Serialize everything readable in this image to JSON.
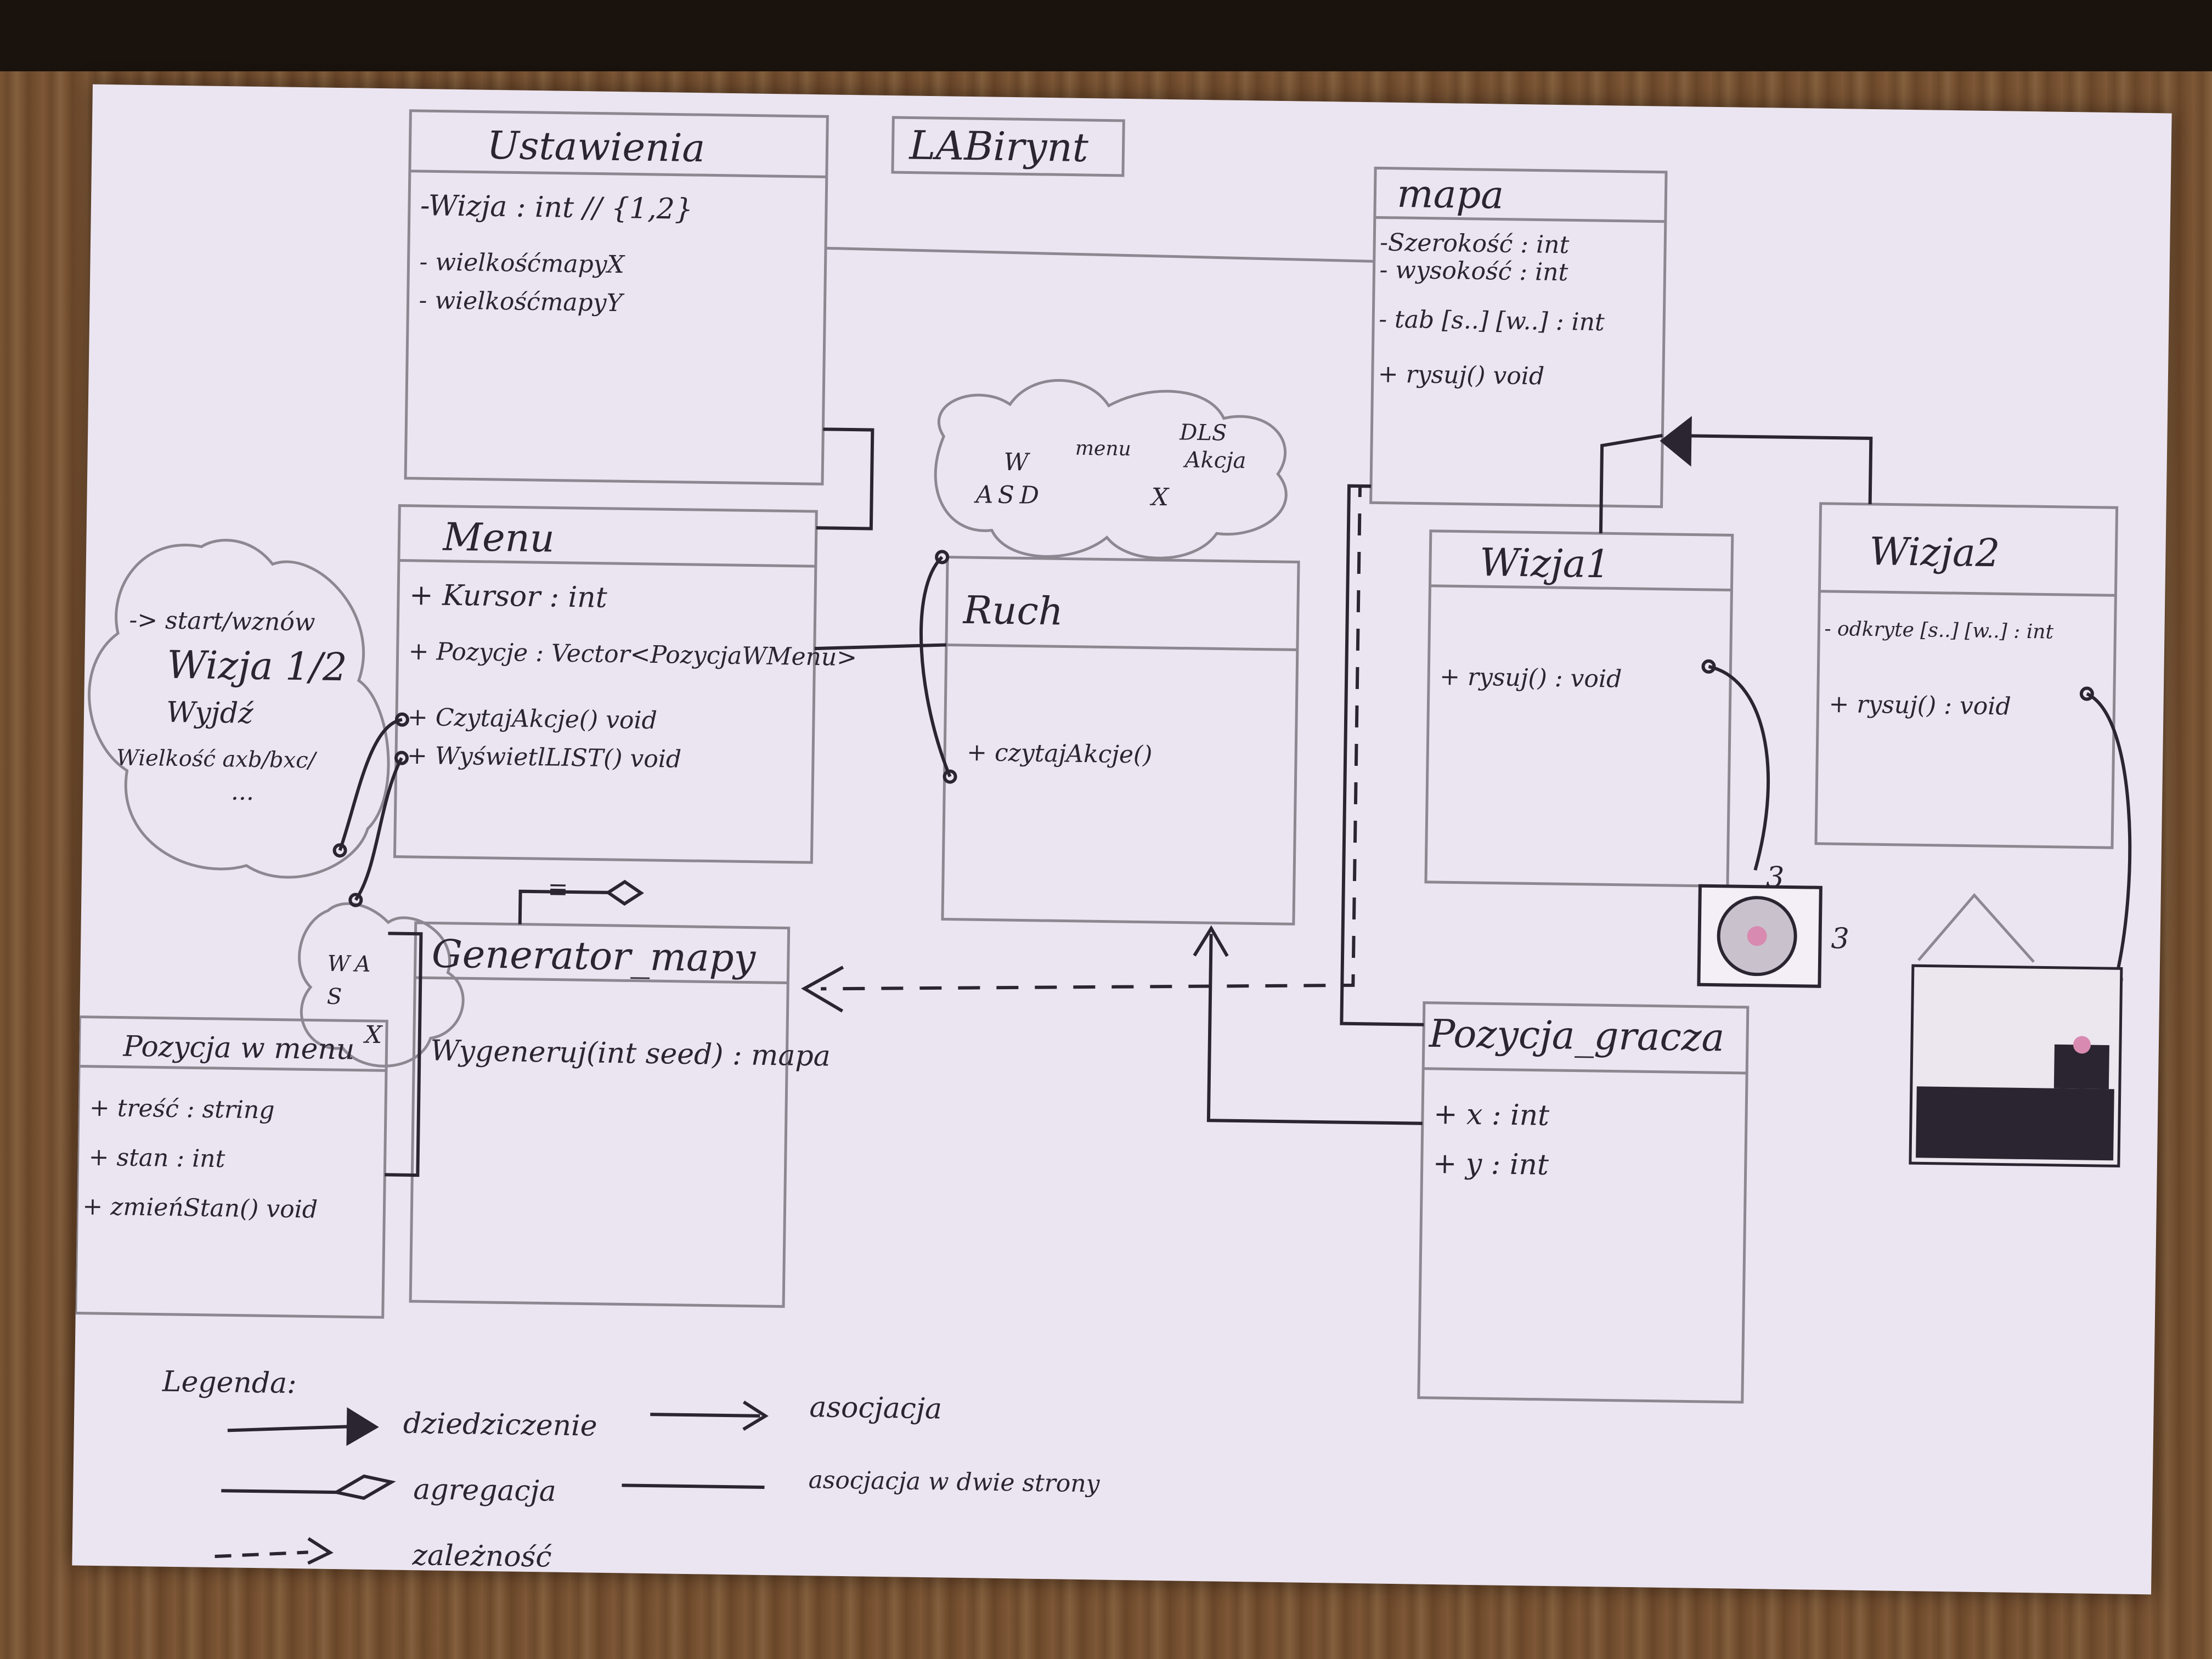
{
  "title": "LABirynt",
  "classes": {
    "ustawienia": {
      "name": "Ustawienia",
      "attributes": [
        "-Wizja : int // {1,2}",
        "- wielkośćmapyX",
        "- wielkośćmapyY"
      ]
    },
    "menu": {
      "name": "Menu",
      "attributes": [
        "+ Kursor : int",
        "+ Pozycje : Vector<PozycjaWMenu>"
      ],
      "methods": [
        "+ CzytajAkcje() void",
        "+ WyświetlLIST() void"
      ]
    },
    "mapa": {
      "name": "mapa",
      "attributes": [
        "-Szerokość : int",
        "- wysokość : int",
        "- tab [s..] [w..] : int"
      ],
      "methods": [
        "+ rysuj() void"
      ]
    },
    "ruch": {
      "name": "Ruch",
      "methods": [
        "+ czytajAkcje()"
      ]
    },
    "wizja1": {
      "name": "Wizja1",
      "methods": [
        "+ rysuj() : void"
      ]
    },
    "wizja2": {
      "name": "Wizja2",
      "attributes": [
        "- odkryte [s..] [w..] : int"
      ],
      "methods": [
        "+ rysuj() : void"
      ]
    },
    "generator": {
      "name": "Generator_mapy",
      "methods": [
        "Wygeneruj(int seed) : mapa"
      ]
    },
    "pozycja_w_menu": {
      "name": "Pozycja w menu",
      "attributes": [
        "+ treść : string",
        "+ stan : int"
      ],
      "methods": [
        "+ zmieńStan() void"
      ]
    },
    "pozycja_gracza": {
      "name": "Pozycja_gracza",
      "attributes": [
        "+ x : int",
        "+ y : int"
      ]
    }
  },
  "notes": {
    "menu_cloud": [
      "-> start/wznów",
      "Wizja 1/2",
      "Wyjdź",
      "Wielkość axb/bxc/",
      "..."
    ],
    "keys_cloud": [
      "W",
      "A",
      "S",
      "D",
      "menu",
      "DLS",
      "Akcja",
      "X"
    ],
    "small_cloud": [
      "W",
      "A",
      "S",
      "X"
    ],
    "multiplicity": [
      "3",
      "3"
    ],
    "menu_arrow_label": "≡"
  },
  "legend": {
    "title": "Legenda:",
    "items": [
      "dziedziczenie",
      "agregacja",
      "zależność",
      "asocjacja",
      "asocjacja w dwie strony"
    ]
  },
  "colors": {
    "paper": "#ebe5f1",
    "ink": "#2a2530",
    "pencil": "#8c8790",
    "wood": "#7a5535"
  }
}
